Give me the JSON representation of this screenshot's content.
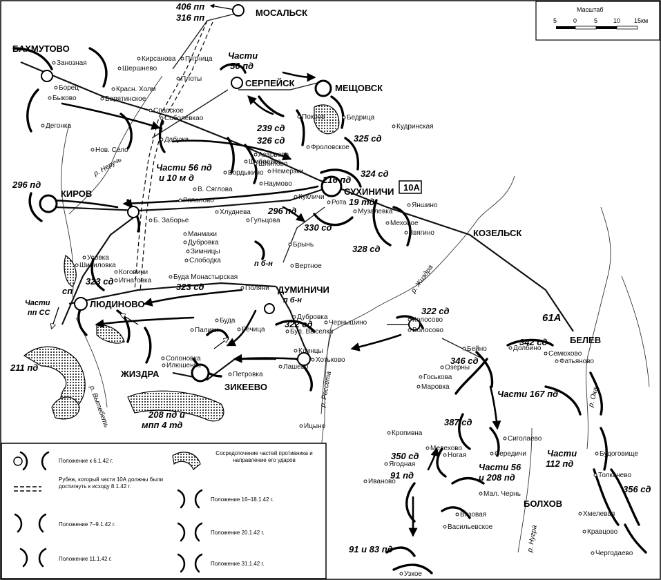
{
  "scale": {
    "title": "Масштаб",
    "ticks": [
      "5",
      "0",
      "5",
      "10",
      "15км"
    ]
  },
  "army_labels": {
    "tenth": "10A",
    "sixty_first": "61A"
  },
  "cities": [
    {
      "id": "mosalsk",
      "name": "МОСАЛЬСК"
    },
    {
      "id": "serpeisk",
      "name": "СЕРПЕЙСК"
    },
    {
      "id": "meshchovsk",
      "name": "МЕЩОВСК"
    },
    {
      "id": "bakhmutovo",
      "name": "БАХМУТОВО"
    },
    {
      "id": "kirov",
      "name": "КИРОВ"
    },
    {
      "id": "sukhinichi",
      "name": "СУХИНИЧИ"
    },
    {
      "id": "kozelsk",
      "name": "КОЗЕЛЬСК"
    },
    {
      "id": "duminichi",
      "name": "ДУМИНИЧИ"
    },
    {
      "id": "lyudinovo",
      "name": "ЛЮДИНОВО"
    },
    {
      "id": "zhizdra",
      "name": "ЖИЗДРА"
    },
    {
      "id": "zikeevo",
      "name": "ЗИКЕЕВО"
    },
    {
      "id": "belev",
      "name": "БЕЛЕВ"
    },
    {
      "id": "bolkhov",
      "name": "БОЛХОВ"
    }
  ],
  "towns": [
    "Занозная",
    "Кирсанова",
    "Пятница",
    "Шершнево",
    "Плоты",
    "Красн. Холм",
    "Борец",
    "Барятинское",
    "Быково",
    "Спасское",
    "Дегонка",
    "Соболевкао",
    "Дабужа",
    "Нов. Село",
    "Покров",
    "Бедрица",
    "Кудринская",
    "Фроловское",
    "Азарьево",
    "Шибаевка",
    "Шлиповo",
    "Немерзки",
    "Бордыкино",
    "Наумово",
    "В. Сяглова",
    "Ряполово",
    "Кукличи",
    "Рота",
    "Музалевка",
    "Яншино",
    "Меховое",
    "Звягино",
    "Хлуднева",
    "Б. Заборье",
    "Гульцова",
    "Манмаки",
    "Брынь",
    "Дубровка",
    "Зимницы",
    "Слободка",
    "Вертное",
    "Усовка",
    "Шипиловка",
    "Коговичи",
    "Игнатовка",
    "Буда Монастырская",
    "Поляни",
    "Буда",
    "Палики",
    "Речица",
    "Дубровка",
    "Чернышино",
    "Колосово",
    "Волосово",
    "Бул. Выселки",
    "Клинцы",
    "Хотьково",
    "Солоновка",
    "Илюшенка",
    "Петровка",
    "Лашево",
    "Ицыно",
    "Бейно",
    "Долбино",
    "Семюхово",
    "Фатьяново",
    "Озерны",
    "Госькова",
    "Маровка",
    "Кропивна",
    "Сиголаево",
    "Мелехово",
    "Ногая",
    "Середичи",
    "Ягодная",
    "Иваново",
    "Мал. Чернь",
    "Вязовая",
    "Васильевское",
    "Будоговище",
    "Толкачево",
    "Хмелевая",
    "Кравцово",
    "Чергодаево",
    "Узкое"
  ],
  "units": {
    "u406": "406 пп",
    "u316": "316 пп",
    "u56a": "Части",
    "u56b": "56 пд",
    "u239": "239 сд",
    "u326": "326 сд",
    "u325": "325 сд",
    "u56c": "Части 56 пд",
    "u56d": "и 10 м д",
    "u324": "324 сд",
    "u216": "216 пд",
    "u19": "19 тд",
    "u296a": "296 пд",
    "u296b": "296 пд",
    "u330": "330 сд",
    "u328": "328 сд",
    "u6b": "п б-н",
    "u323a": "323 сд",
    "u323b": "323 сд",
    "u6c": "п б-н",
    "u322a": "322 сд",
    "u322b": "322 сд",
    "uSp": "сп",
    "uSS1": "Части",
    "uSS2": "пп СС",
    "u211": "211 пд",
    "u208a": "208 пд и",
    "u208b": "мпп 4 тд",
    "u342": "342 сд",
    "u346": "346 сд",
    "u167": "Части 167 пд",
    "u387": "387 сд",
    "u350": "350 сд",
    "u91a": "91 пд",
    "u5608a": "Части 56",
    "u5608b": "и 208 пд",
    "u112a": "Части",
    "u112b": "112 пд",
    "u356": "356 сд",
    "u9183": "91 и 83 пд"
  },
  "rivers": {
    "nerugh": "р. Неручь",
    "zhizdra": "р. Жиздра",
    "resseta": "р. Рессета",
    "oka": "р. Ока",
    "nugra": "р. Нугра",
    "vytebet": "р. Вытебеть"
  },
  "legend": {
    "l1": "Положение к 6.1.42 г.",
    "l2": "Рубеж, который части 10А должны были достигнуть к исходу 8.1.42 г.",
    "l3": "Положение 7–9.1.42 г.",
    "l4": "Положение 11.1.42 г.",
    "l5": "Сосредоточение частей противника и направление его ударов",
    "l6": "Положение 16–18.1.42 г.",
    "l7": "Положение 20.1.42 г.",
    "l8": "Положение 31.1.42 г."
  }
}
